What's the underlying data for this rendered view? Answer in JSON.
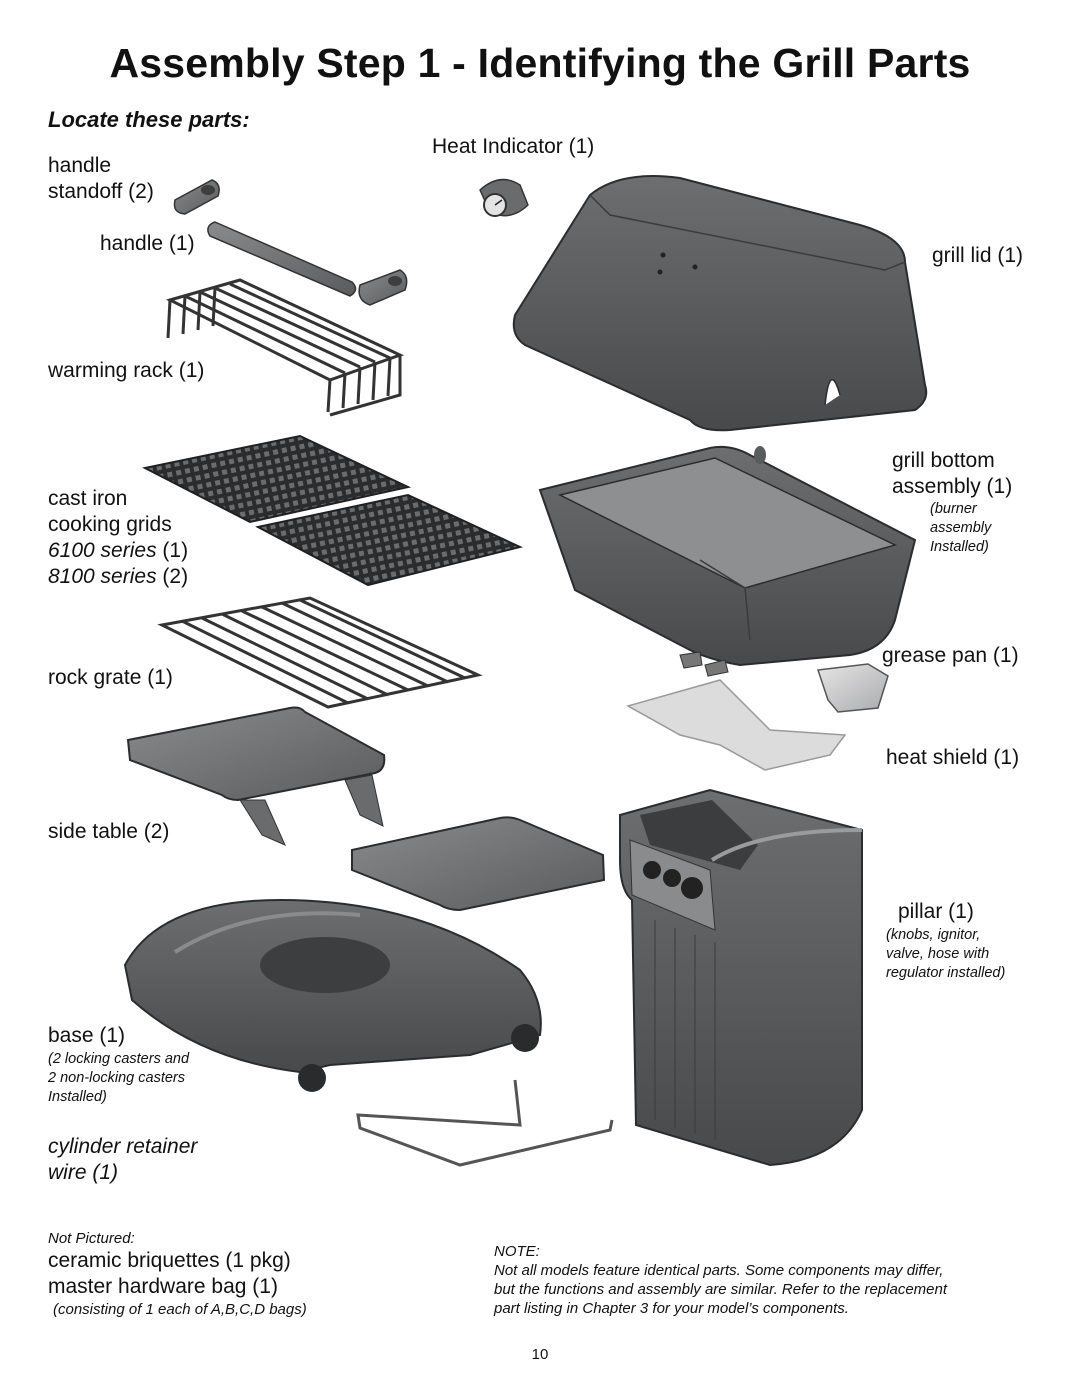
{
  "title": "Assembly Step 1 - Identifying the Grill Parts",
  "subtitle": "Locate these parts:",
  "parts": {
    "heat_indicator": "Heat Indicator (1)",
    "handle_standoff_1": "handle",
    "handle_standoff_2": "standoff (2)",
    "handle": "handle (1)",
    "grill_lid": "grill lid (1)",
    "warming_rack": "warming rack (1)",
    "grill_bottom_1": "grill bottom",
    "grill_bottom_2": "assembly (1)",
    "grill_bottom_note_1": "(burner",
    "grill_bottom_note_2": "assembly",
    "grill_bottom_note_3": "Installed)",
    "cast_iron_1": "cast iron",
    "cast_iron_2": "cooking grids",
    "series_6100": "6100 series",
    "series_6100_count": " (1)",
    "series_8100": "8100 series",
    "series_8100_count": " (2)",
    "grease_pan": "grease pan (1)",
    "rock_grate": "rock grate (1)",
    "heat_shield": "heat shield (1)",
    "side_table": "side table (2)",
    "pillar": "pillar (1)",
    "pillar_note_1": "(knobs, ignitor,",
    "pillar_note_2": "valve, hose with",
    "pillar_note_3": "regulator installed)",
    "base": "base (1)",
    "base_note_1": "(2 locking casters and",
    "base_note_2": "2 non-locking casters",
    "base_note_3": "Installed)",
    "cylinder_1": "cylinder retainer",
    "cylinder_2": "wire (1)"
  },
  "not_pictured": {
    "heading": "Not Pictured:",
    "item_1": "ceramic briquettes (1 pkg)",
    "item_2": "master hardware bag (1)",
    "item_2_note": "(consisting of 1 each of A,B,C,D bags)"
  },
  "note": {
    "heading": "NOTE:",
    "line_1": "Not all models feature identical parts. Some components may differ,",
    "line_2": "but the functions and assembly are similar. Refer to the replacement",
    "line_3": "part listing in Chapter 3 for your model’s components."
  },
  "page_number": "10",
  "colors": {
    "part_dark": "#58595b",
    "part_mid": "#7a7b7d",
    "part_light": "#c9cacc",
    "text": "#111111"
  }
}
